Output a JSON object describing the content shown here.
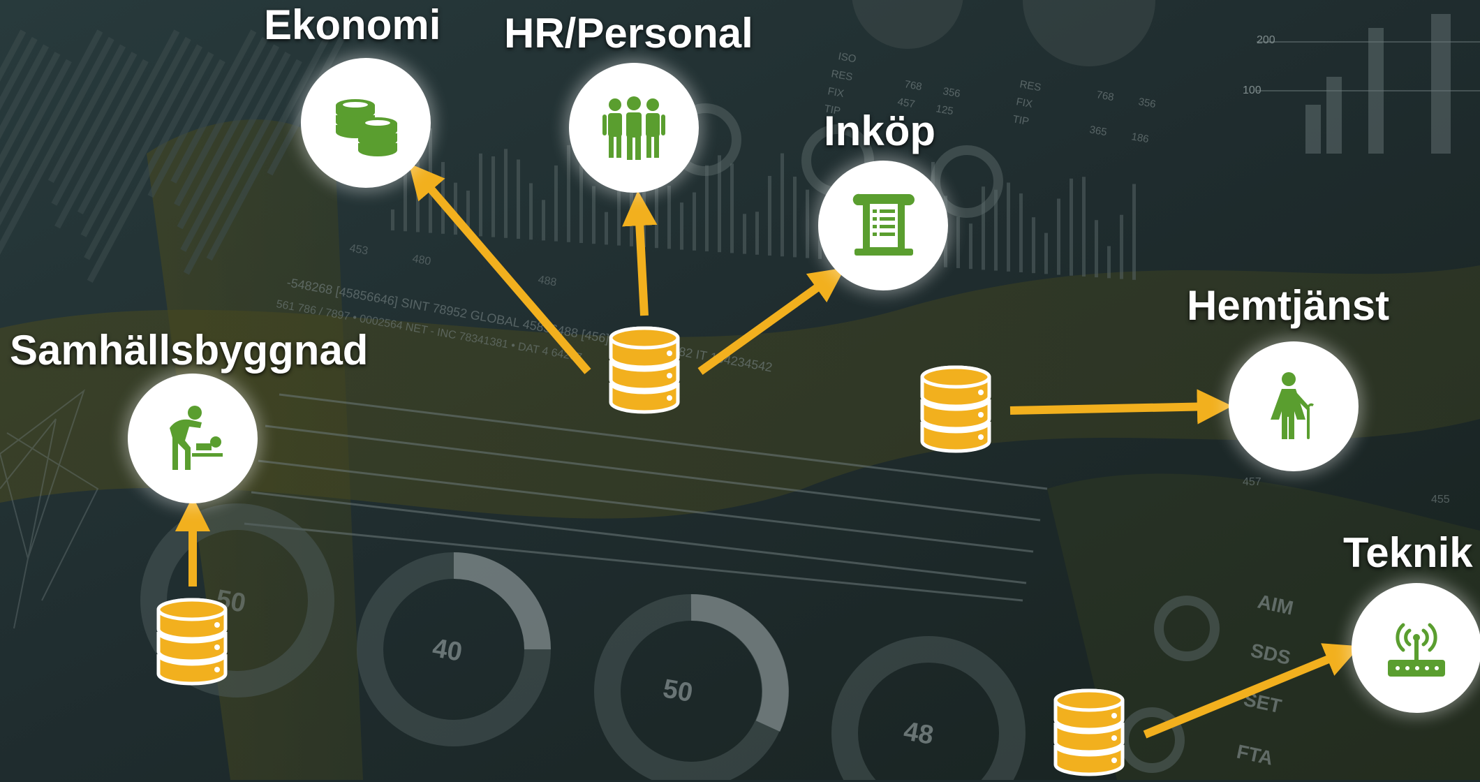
{
  "colors": {
    "background": "#1d2a2c",
    "accent_arrow": "#f2b01e",
    "icon_green": "#5a9e2f",
    "node_fill": "#ffffff",
    "database_fill": "#f2b01e"
  },
  "nodes": {
    "ekonomi": {
      "label": "Ekonomi",
      "icon": "coins-icon"
    },
    "hr": {
      "label": "HR/Personal",
      "icon": "people-icon"
    },
    "inkop": {
      "label": "Inköp",
      "icon": "receipt-icon"
    },
    "hemtjanst": {
      "label": "Hemtjänst",
      "icon": "elderly-person-icon"
    },
    "samhallsbyggnad": {
      "label": "Samhällsbyggnad",
      "icon": "baby-changing-icon"
    },
    "teknik": {
      "label": "Teknik",
      "icon": "wifi-router-icon"
    }
  },
  "background_decor": {
    "donut_labels": [
      "40",
      "50",
      "48",
      "50"
    ],
    "row_labels": [
      "AIM",
      "SDS",
      "SET",
      "FTA"
    ],
    "tags": [
      "453",
      "480",
      "488"
    ],
    "axis_labels": [
      "200",
      "100"
    ],
    "stats_a": [
      "ISO",
      "RES",
      "FIX",
      "TIP"
    ],
    "stats_b": [
      "RES",
      "FIX",
      "TIP"
    ],
    "numbers_a": [
      "768",
      "356",
      "457",
      "125",
      "365",
      "186"
    ],
    "ticker": "-548268 [45856646] SINT 78952 GLOBAL 45856488 [456] ESC + FR 782 IT 154234542",
    "ticker2": "561 786 / 7897 • 0002564 NET - INC 78341381 • DAT 4 64267",
    "extra_numbers": [
      "457",
      "455"
    ]
  }
}
